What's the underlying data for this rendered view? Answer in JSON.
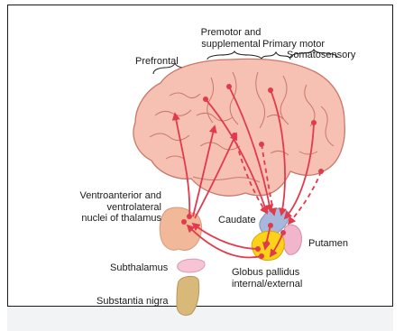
{
  "labels": {
    "prefrontal": "Prefrontal",
    "premotor_line1": "Premotor and",
    "premotor_line2": "supplemental",
    "primary_motor": "Primary motor",
    "somatosensory": "Somatosensory",
    "thalamus_line1": "Ventroanterior and",
    "thalamus_line2": "ventrolateral",
    "thalamus_line3": "nuclei of thalamus",
    "caudate": "Caudate",
    "putamen": "Putamen",
    "subthalamus": "Subthalamus",
    "globus_line1": "Globus pallidus",
    "globus_line2": "internal/external",
    "substantia_nigra": "Substantia nigra"
  },
  "colors": {
    "brain": "#f6c1b2",
    "brain_outline": "#c8786a",
    "pathway": "#e23a4d",
    "thalamus": "#f2b89a",
    "caudate": "#a8b8dc",
    "putamen": "#f1b5cc",
    "globus_pallidus": "#ffd21a",
    "subthalamus": "#f6c4d4",
    "substantia_nigra": "#d9b979"
  }
}
